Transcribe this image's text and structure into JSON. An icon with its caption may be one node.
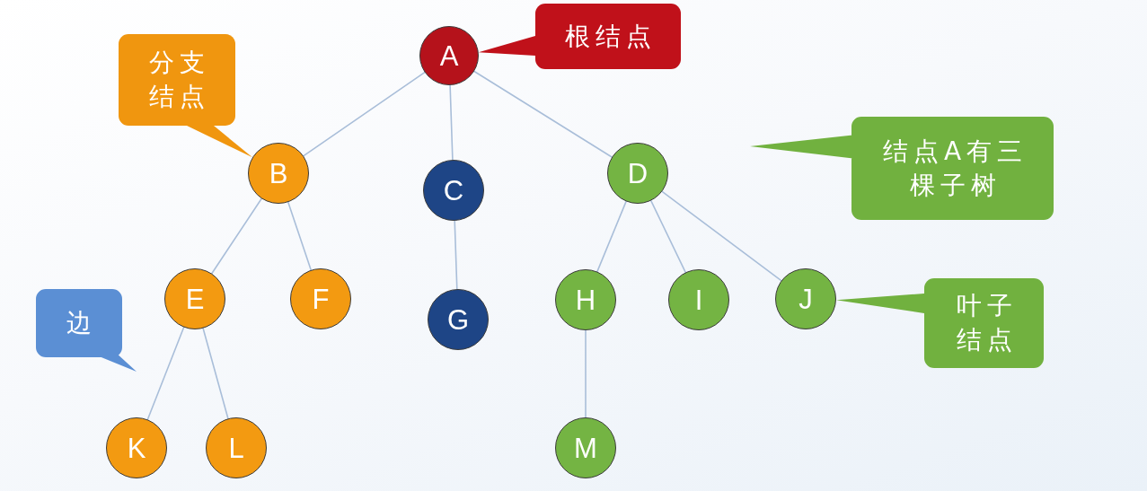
{
  "diagram": {
    "nodes": [
      {
        "text": [
          "分支结点"
        ]
      },
      {
        "text": [
          "A"
        ]
      },
      {
        "text": [
          "根结点"
        ]
      },
      {
        "text": [
          "B"
        ]
      },
      {
        "text": [
          "C"
        ]
      },
      {
        "text": [
          "D"
        ]
      },
      {
        "text": [
          "结点A有三棵子树"
        ]
      },
      {
        "text": [
          "边"
        ]
      },
      {
        "text": [
          "E"
        ]
      },
      {
        "text": [
          "F"
        ]
      },
      {
        "text": [
          "G"
        ]
      },
      {
        "text": [
          "H"
        ]
      },
      {
        "text": [
          "I"
        ]
      },
      {
        "text": [
          "J"
        ]
      },
      {
        "text": [
          "叶子结点"
        ]
      },
      {
        "text": [
          "K"
        ]
      },
      {
        "text": [
          "L"
        ]
      },
      {
        "text": [
          "M"
        ]
      }
    ],
    "edges": [
      {
        "from": 1,
        "to": 3,
        "arrow": "none"
      },
      {
        "from": 1,
        "to": 4,
        "arrow": "none"
      },
      {
        "from": 1,
        "to": 5,
        "arrow": "none"
      },
      {
        "from": 3,
        "to": 8,
        "arrow": "none"
      },
      {
        "from": 3,
        "to": 9,
        "arrow": "none"
      },
      {
        "from": 4,
        "to": 10,
        "arrow": "none"
      },
      {
        "from": 5,
        "to": 11,
        "arrow": "none"
      },
      {
        "from": 5,
        "to": 12,
        "arrow": "none"
      },
      {
        "from": 5,
        "to": 13,
        "arrow": "none"
      },
      {
        "from": 8,
        "to": 15,
        "arrow": "none"
      },
      {
        "from": 8,
        "to": 16,
        "arrow": "none"
      },
      {
        "from": 11,
        "to": 17,
        "arrow": "none"
      },
      {
        "from": 2,
        "to": 1,
        "arrow": "none",
        "color": "#c0111a"
      },
      {
        "from": 0,
        "to": 3,
        "arrow": "none",
        "color": "#f0960f"
      },
      {
        "from": 14,
        "to": 13,
        "arrow": "none",
        "color": "#71b13f"
      }
    ]
  }
}
